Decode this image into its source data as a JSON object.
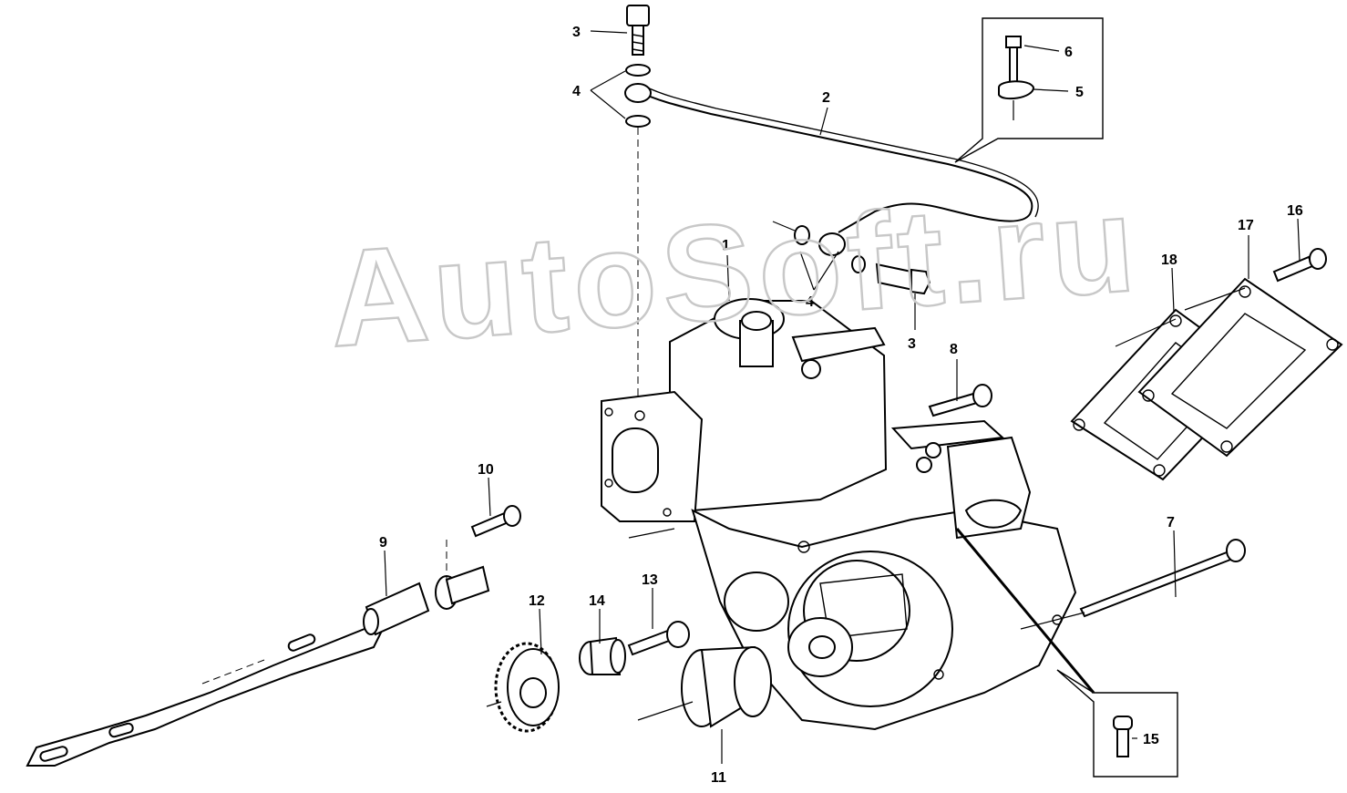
{
  "watermark": "AutoSoft.ru",
  "callouts": {
    "c1": "1",
    "c2": "2",
    "c3a": "3",
    "c3b": "3",
    "c4a": "4",
    "c4b": "4",
    "c5": "5",
    "c6": "6",
    "c7": "7",
    "c8": "8",
    "c9": "9",
    "c10": "10",
    "c11": "11",
    "c12": "12",
    "c13": "13",
    "c14": "14",
    "c15": "15",
    "c16": "16",
    "c17": "17",
    "c18": "18"
  }
}
